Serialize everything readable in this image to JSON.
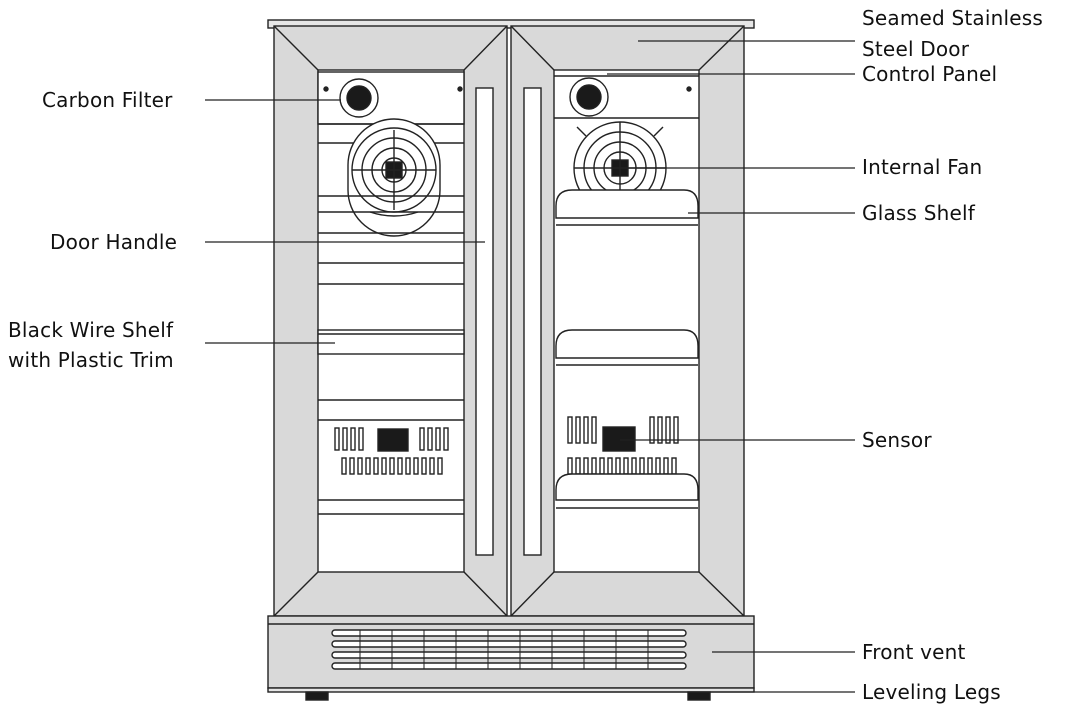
{
  "labels": {
    "seamed_stainless_steel_door": {
      "line1": "Seamed Stainless",
      "line2": "Steel Door"
    },
    "control_panel": "Control  Panel",
    "carbon_filter": "Carbon Filter",
    "internal_fan": "Internal Fan",
    "glass_shelf": "Glass Shelf",
    "door_handle": "Door Handle",
    "black_wire_shelf": {
      "line1": "Black Wire Shelf",
      "line2": "with Plastic Trim"
    },
    "sensor": "Sensor",
    "front_vent": "Front vent",
    "leveling_legs": "Leveling Legs"
  },
  "colors": {
    "line": "#222222",
    "frame_fill": "#d9d9d9",
    "glass_fill": "#ffffff",
    "dark": "#1a1a1a"
  }
}
